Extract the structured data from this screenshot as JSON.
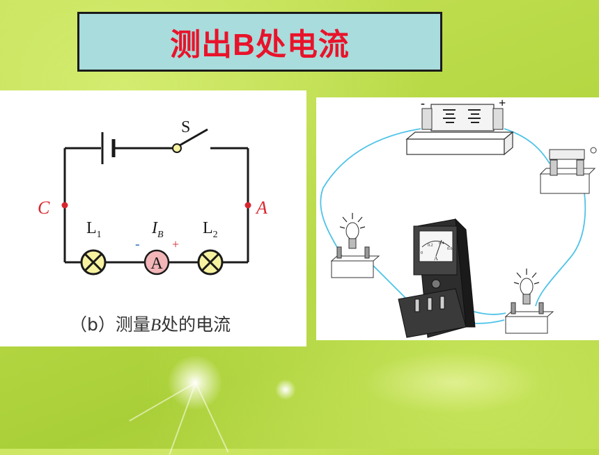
{
  "title": {
    "prefix": "测出",
    "emphasis": "B",
    "suffix": "处电流"
  },
  "circuit_diagram": {
    "switch_label": "S",
    "point_c": "C",
    "point_a": "A",
    "lamp1_main": "L",
    "lamp1_sub": "1",
    "lamp2_main": "L",
    "lamp2_sub": "2",
    "current_main": "I",
    "current_sub": "B",
    "ammeter_symbol": "A",
    "ammeter_minus": "-",
    "ammeter_plus": "+",
    "caption_prefix": "（b）测量",
    "caption_italic": "B",
    "caption_suffix": "处的电流"
  },
  "photo_diagram": {
    "battery_minus": "-",
    "battery_plus": "+",
    "meter_unit": "A",
    "meter_scale_0": "0",
    "meter_scale_1": "0.2",
    "meter_scale_2": "0.4",
    "meter_scale_3": "0.6"
  },
  "colors": {
    "title_red": "#e8132a",
    "title_bg": "#a9dcdc",
    "lamp_yellow": "#f7f2a0",
    "ammeter_pink": "#f2b5b8",
    "node_red": "#d8262e",
    "wire_cyan": "#4fc3e8"
  }
}
